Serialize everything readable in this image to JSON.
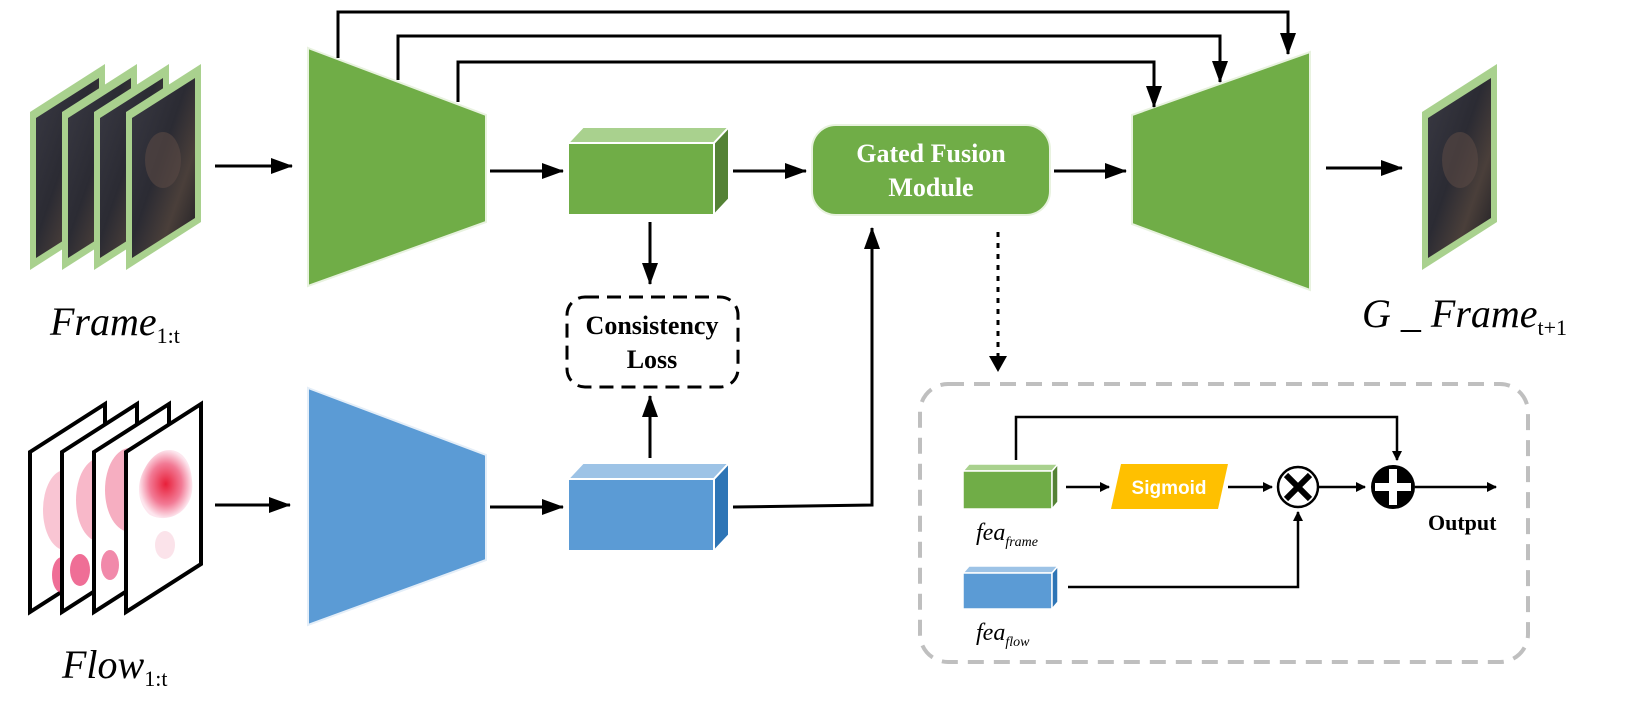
{
  "labels": {
    "frame_main": "Frame",
    "frame_sub": "1:t",
    "flow_main": "Flow",
    "flow_sub": "1:t",
    "gframe_main": "G _ Frame",
    "gframe_sub": "t+1",
    "gated_line1": "Gated Fusion",
    "gated_line2": "Module",
    "consistency_line1": "Consistency",
    "consistency_line2": "Loss",
    "sigmoid": "Sigmoid",
    "output": "Output",
    "fea_frame_main": "fea",
    "fea_frame_sub": "frame",
    "fea_flow_main": "fea",
    "fea_flow_sub": "flow"
  },
  "colors": {
    "frame_green": "#70ad47",
    "frame_green_light": "#a9d18e",
    "frame_green_dark": "#548235",
    "flow_blue": "#5b9bd5",
    "flow_blue_light": "#9dc3e6",
    "flow_blue_dark": "#2e75b6",
    "sigmoid_yellow": "#ffc000",
    "dashed_gray": "#bfbfbf",
    "arrow": "#000000"
  }
}
